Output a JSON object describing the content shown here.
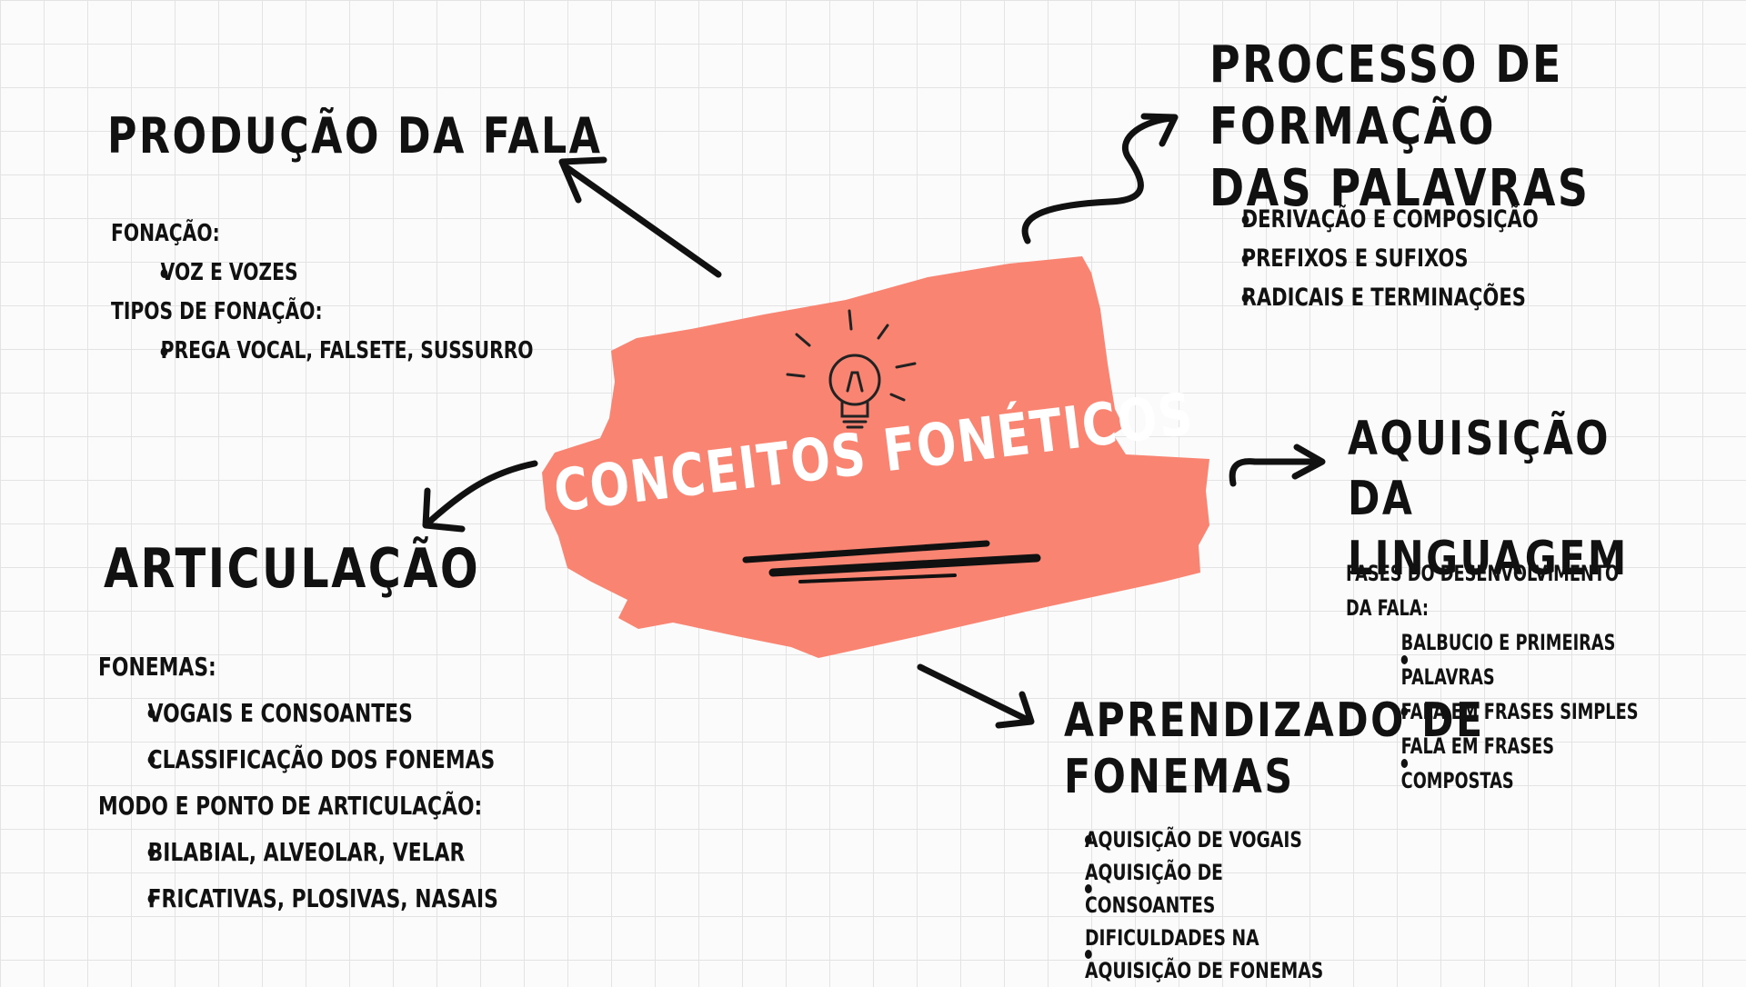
{
  "center": {
    "title": "CONCEITOS FONÉTICOS"
  },
  "producao": {
    "title": "PRODUÇÃO DA FALA",
    "groups": [
      {
        "label": "FONAÇÃO:",
        "items": [
          "VOZ E VOZES"
        ]
      },
      {
        "label": "TIPOS DE FONAÇÃO:",
        "items": [
          "PREGA VOCAL, FALSETE, SUSSURRO"
        ]
      }
    ]
  },
  "processo": {
    "title_line1": "PROCESSO DE FORMAÇÃO",
    "title_line2": "DAS PALAVRAS",
    "items": [
      "DERIVAÇÃO E COMPOSIÇÃO",
      "PREFIXOS E SUFIXOS",
      "RADICAIS E TERMINAÇÕES"
    ]
  },
  "aquisicao": {
    "title_line1": "AQUISIÇÃO DA",
    "title_line2": "LINGUAGEM",
    "label": "FASES DO DESENVOLVIMENTO DA FALA:",
    "items": [
      "BALBUCIO E PRIMEIRAS PALAVRAS",
      "FALA EM FRASES SIMPLES",
      "FALA EM FRASES COMPOSTAS"
    ]
  },
  "articulacao": {
    "title": "ARTICULAÇÃO",
    "groups": [
      {
        "label": "FONEMAS:",
        "items": [
          "VOGAIS E CONSOANTES",
          "CLASSIFICAÇÃO DOS FONEMAS"
        ]
      },
      {
        "label": "MODO E PONTO DE ARTICULAÇÃO:",
        "items": [
          "BILABIAL, ALVEOLAR, VELAR",
          "FRICATIVAS, PLOSIVAS, NASAIS"
        ]
      }
    ]
  },
  "aprendizado": {
    "title_line1": "APRENDIZADO DE",
    "title_line2": "FONEMAS",
    "items": [
      "AQUISIÇÃO DE VOGAIS",
      "AQUISIÇÃO DE CONSOANTES",
      "DIFICULDADES NA AQUISIÇÃO DE FONEMAS"
    ]
  },
  "colors": {
    "blob": "#fa8472",
    "ink": "#111111",
    "grid": "#e3e3e3"
  },
  "icons": [
    "lightbulb-icon",
    "arrow-icon"
  ]
}
